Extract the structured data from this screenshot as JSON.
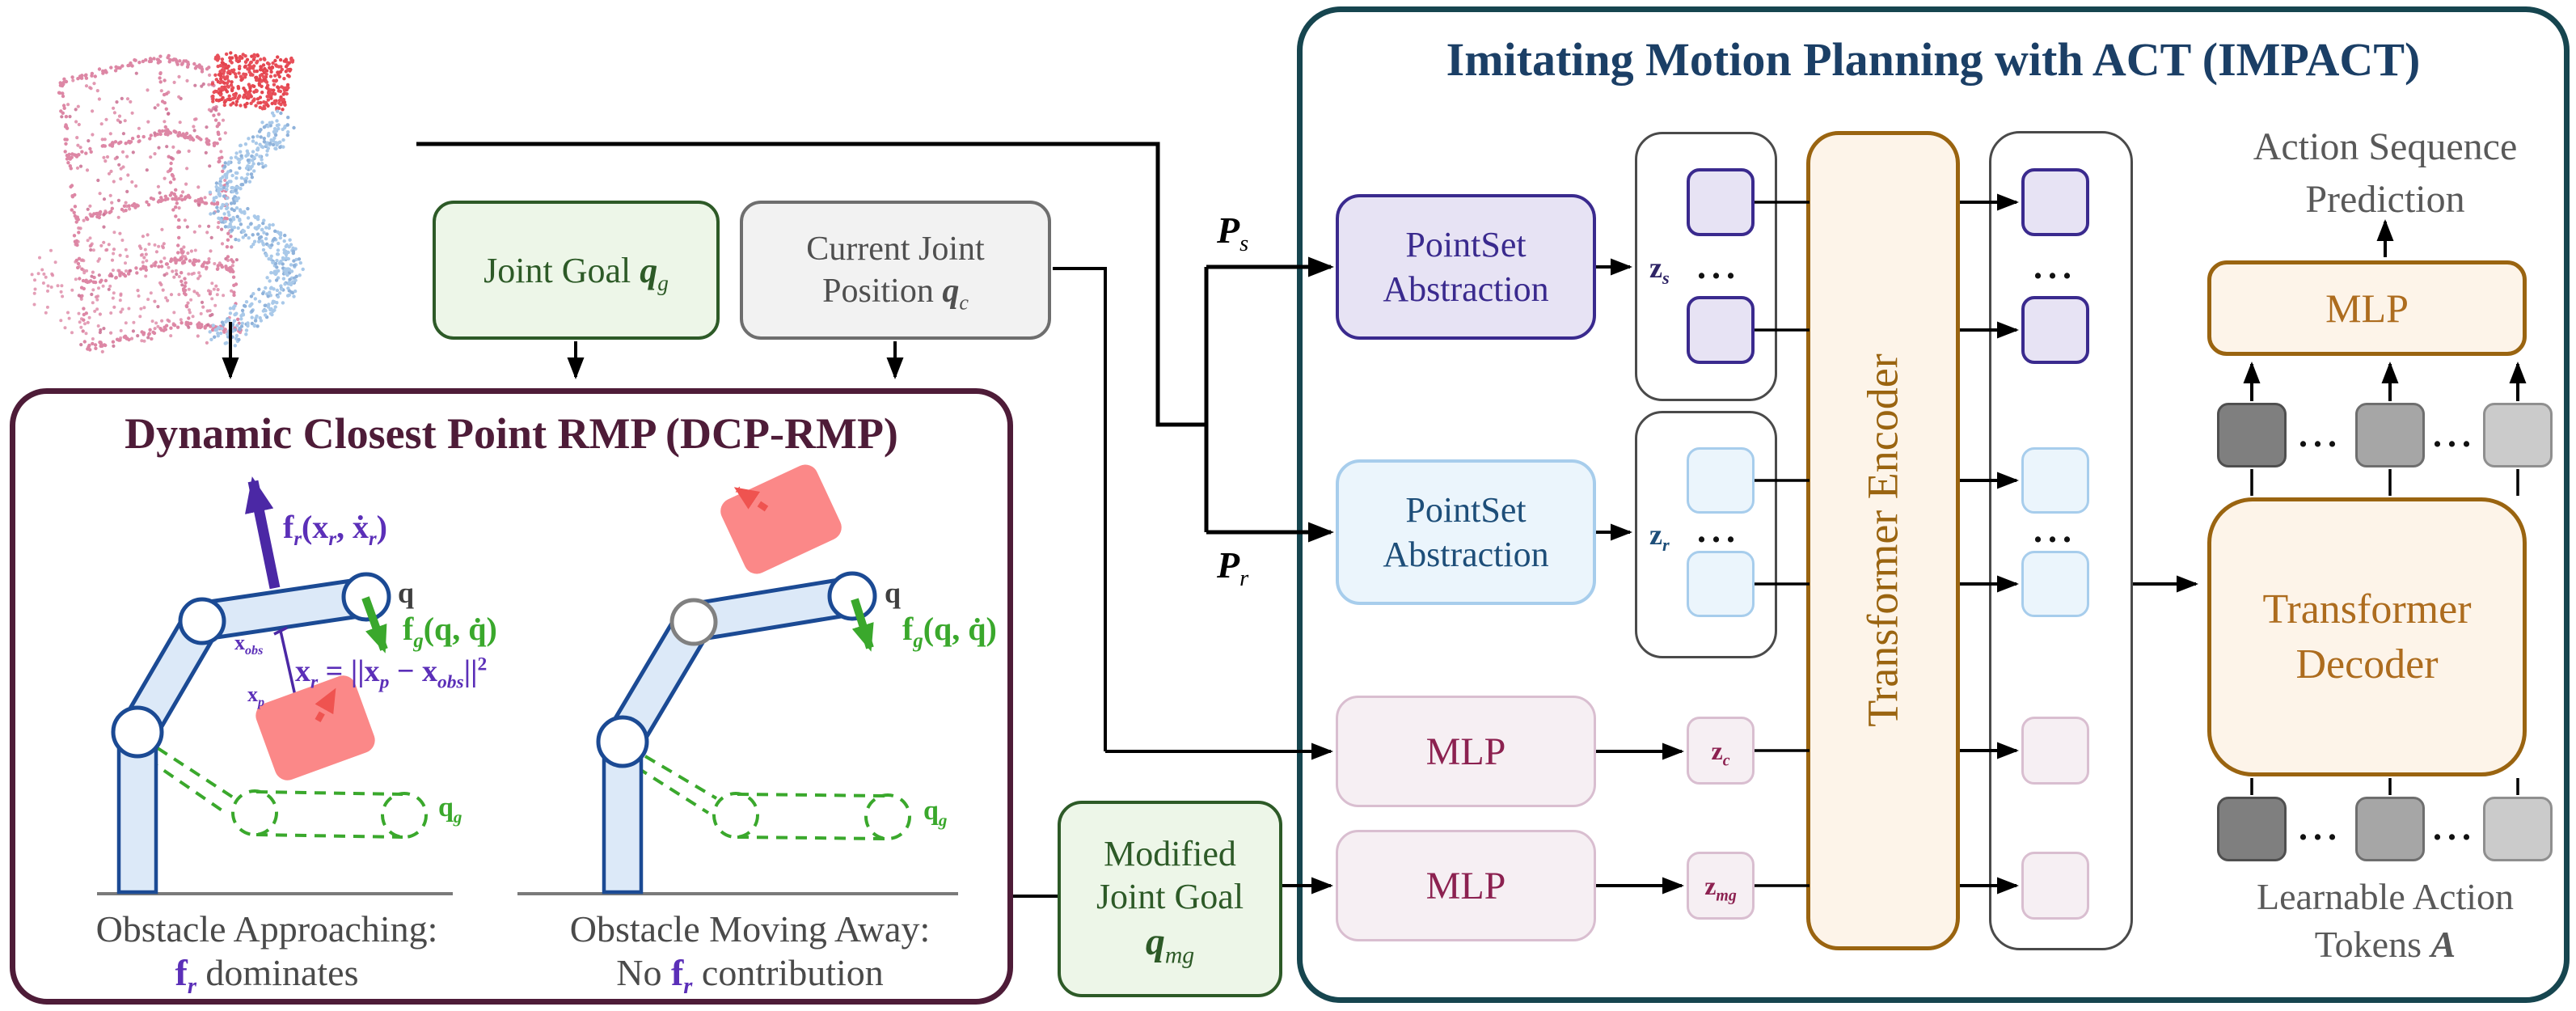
{
  "impact": {
    "title": "Imitating Motion Planning with ACT (IMPACT)",
    "psa": {
      "l1": "PointSet",
      "l2": "Abstraction"
    },
    "mlp": "MLP",
    "encoder": "Transformer Encoder",
    "decoder": {
      "l1": "Transformer",
      "l2": "Decoder"
    },
    "asp": {
      "l1": "Action Sequence",
      "l2": "Prediction"
    },
    "lat": {
      "l1": "Learnable Action",
      "l2": "Tokens ",
      "var": "A"
    },
    "ps": {
      "base": "P",
      "sub": "s"
    },
    "pr": {
      "base": "P",
      "sub": "r"
    },
    "zs": {
      "base": "z",
      "sub": "s"
    },
    "zr": {
      "base": "z",
      "sub": "r"
    },
    "zc": {
      "base": "z",
      "sub": "c"
    },
    "zmg": {
      "base": "z",
      "sub": "mg"
    },
    "dots": "..."
  },
  "dcp": {
    "title": "Dynamic Closest Point RMP (DCP-RMP)",
    "labels": {
      "fr": {
        "a": "f",
        "b": "r",
        "c": "(x",
        "d": "r",
        "e": ", ẋ",
        "f": "r",
        "g": ")"
      },
      "fg": {
        "a": "f",
        "b": "g",
        "c": "(q, q̇)"
      },
      "formula": {
        "a": "x",
        "b": "r",
        "c": " = ||x",
        "d": "p",
        "e": " − x",
        "f": "obs",
        "g": "||",
        "h": "2"
      },
      "q": "q",
      "qg": {
        "base": "q",
        "sub": "g"
      },
      "xobs": {
        "base": "x",
        "sub": "obs"
      },
      "xp": {
        "base": "x",
        "sub": "p"
      }
    },
    "cap_left": {
      "l1": "Obstacle Approaching:",
      "f": "f",
      "fsub": "r",
      "rest": " dominates"
    },
    "cap_right": {
      "l1": "Obstacle Moving Away:",
      "pre": "No ",
      "f": "f",
      "fsub": "r",
      "rest": " contribution"
    }
  },
  "inputs": {
    "joint_goal": {
      "text": "Joint Goal ",
      "var": "q",
      "sub": "g"
    },
    "cjp": {
      "l1": "Current Joint",
      "l2": "Position ",
      "var": "q",
      "sub": "c"
    },
    "mjg": {
      "l1": "Modified",
      "l2": "Joint Goal",
      "var": "q",
      "sub": "mg"
    }
  },
  "colors": {
    "impact_border": "#16454f",
    "impact_title": "#1b3f66",
    "dcp_border": "#4e1c38",
    "dcp_title": "#4e1c38",
    "green_border": "#2d5a27",
    "green_fill": "#edf6e8",
    "green_text": "#2d5a27",
    "gray_border": "#6e6e6e",
    "gray_fill": "#f2f2f2",
    "gray_text": "#4f4f4f",
    "purple_border": "#3a2a8e",
    "purple_fill": "#e7e3f4",
    "purple_text": "#3a2a8e",
    "blue_border": "#a7cdec",
    "blue_fill": "#ebf5fc",
    "blue_text": "#1d4e79",
    "pink_border": "#d9bed0",
    "pink_fill": "#f6eff3",
    "pink_text": "#8c2150",
    "tan_border": "#9a6410",
    "tan_fill": "#fdf4e9",
    "tan_text": "#ad6c1e",
    "container_border": "#4a4a4a",
    "token_gray_1": "#7f7f7f",
    "token_gray_2": "#a6a6a6",
    "token_gray_3": "#cbcbcb",
    "caption_text": "#4a4a4a",
    "violet": "#5b2fb8",
    "violet_arrow": "#4b28a5",
    "green_arrow": "#3aa82c",
    "red_box": "#fb8888",
    "red_arrow": "#ef5350",
    "arm_stroke": "#1b4a94",
    "arm_fill": "#dce9f8",
    "ground": "#7a7a7a",
    "pc_pink": "#dd87a5",
    "pc_pink_dark": "#c96d90",
    "pc_red": "#e8505a",
    "pc_blue": "#a9c9e9"
  }
}
